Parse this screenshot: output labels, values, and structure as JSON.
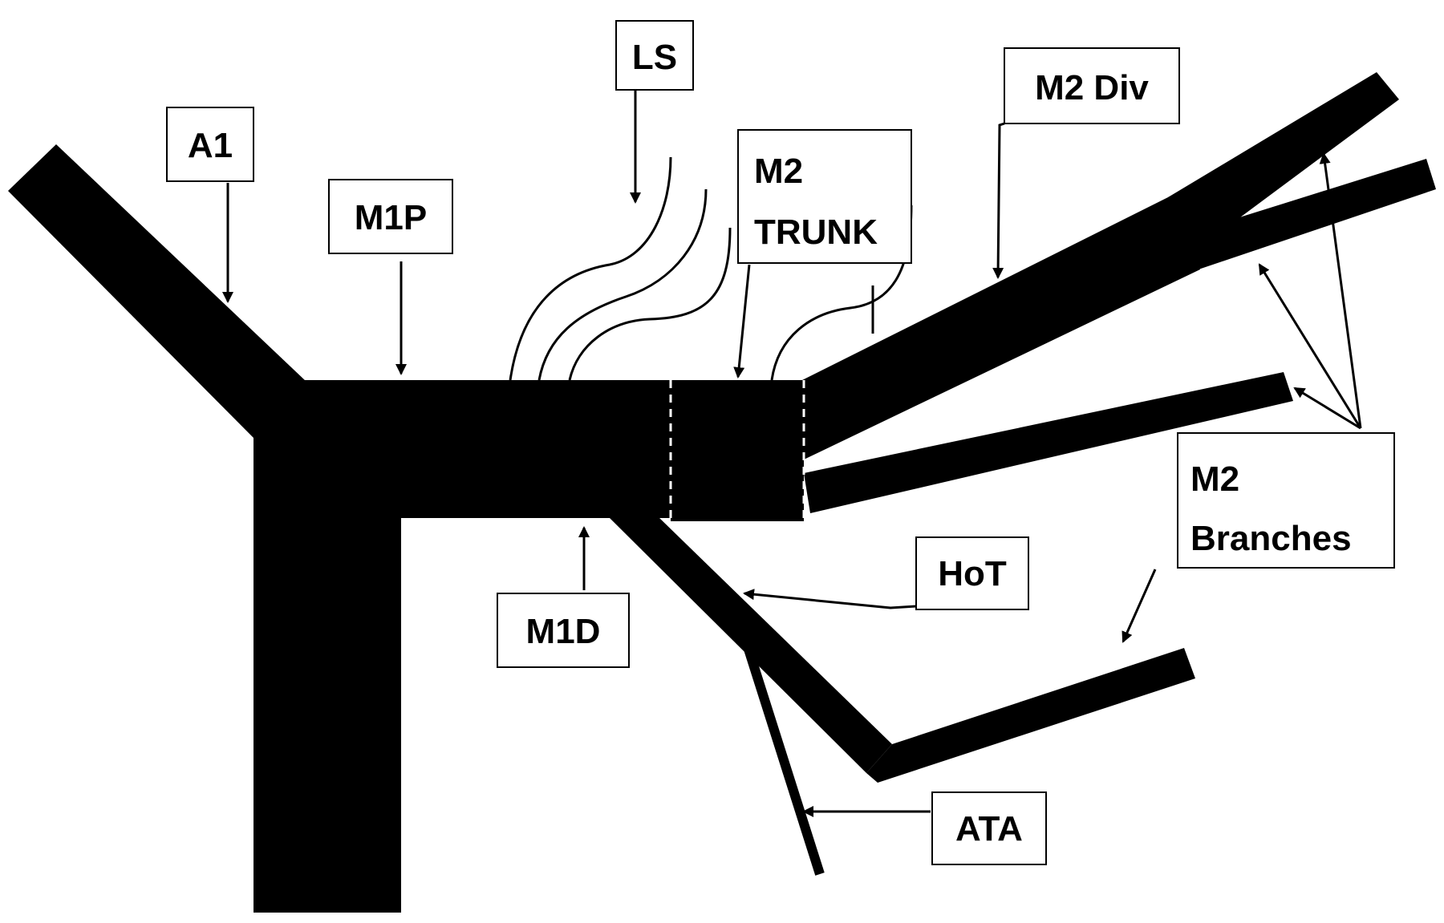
{
  "labels": {
    "a1": "A1",
    "m1p": "M1P",
    "ls": "LS",
    "m2_trunk_line1": "M2",
    "m2_trunk_line2": "TRUNK",
    "m2_div": "M2 Div",
    "m2_branches_line1": "M2",
    "m2_branches_line2": "Branches",
    "hot": "HoT",
    "m1d": "M1D",
    "ata": "ATA"
  },
  "colors": {
    "vessel": "#000000",
    "background": "#ffffff",
    "label_border": "#000000",
    "segment_divider": "#ffffff"
  }
}
